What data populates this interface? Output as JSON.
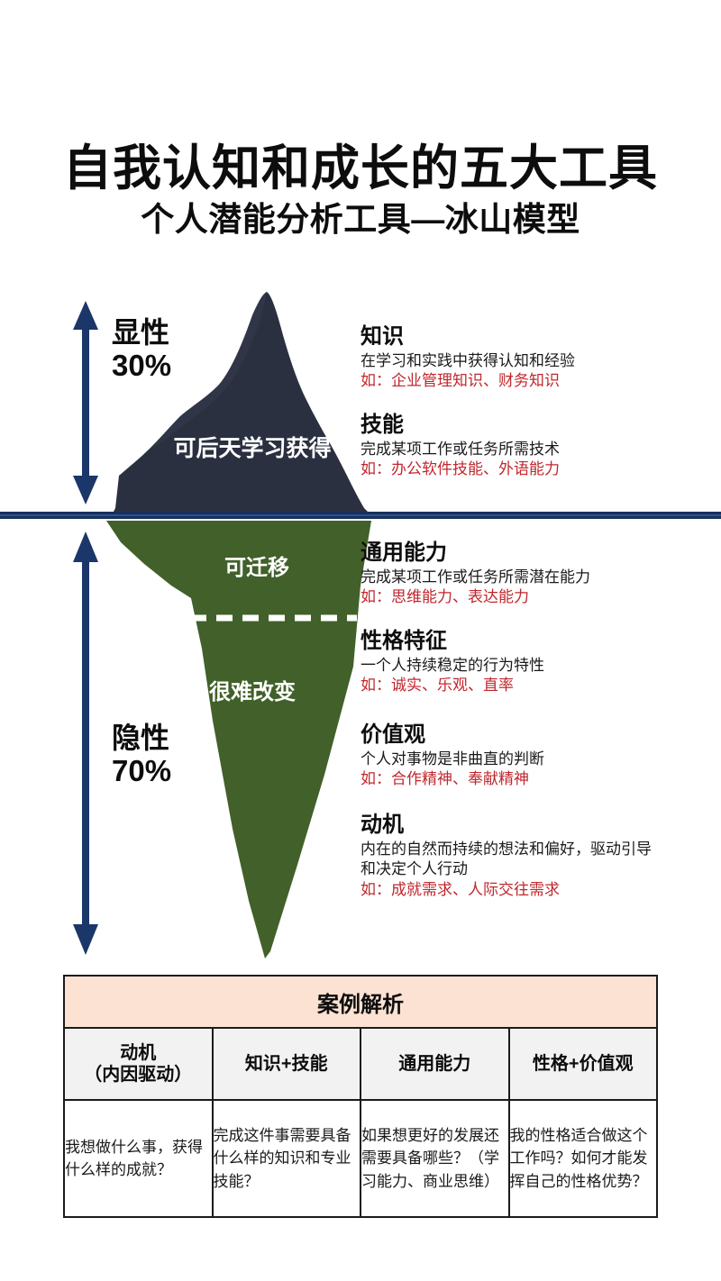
{
  "titles": {
    "main": "自我认知和成长的五大工具",
    "sub": "个人潜能分析工具—冰山模型"
  },
  "iceberg": {
    "explicit": {
      "label": "显性",
      "percent": "30%"
    },
    "implicit": {
      "label": "隐性",
      "percent": "70%"
    },
    "above_water_label": "可后天学习获得",
    "transferable_label": "可迁移",
    "hard_to_change_label": "很难改变",
    "colors": {
      "above_water_fill": "#2b3040",
      "below_water_fill": "#42602a",
      "arrow": "#1b3668",
      "waterline": "#16305e",
      "example_text": "#c0272d"
    }
  },
  "descriptions": [
    {
      "title": "知识",
      "body": "在学习和实践中获得认知和经验",
      "example": "如：企业管理知识、财务知识"
    },
    {
      "title": "技能",
      "body": "完成某项工作或任务所需技术",
      "example": "如：办公软件技能、外语能力"
    },
    {
      "title": "通用能力",
      "body": "完成某项工作或任务所需潜在能力",
      "example": "如：思维能力、表达能力"
    },
    {
      "title": "性格特征",
      "body": "一个人持续稳定的行为特性",
      "example": "如：诚实、乐观、直率"
    },
    {
      "title": "价值观",
      "body": "个人对事物是非曲直的判断",
      "example": "如：合作精神、奉献精神"
    },
    {
      "title": "动机",
      "body": "内在的自然而持续的想法和偏好，驱动引导和决定个人行动",
      "example": "如：成就需求、人际交往需求"
    }
  ],
  "case_table": {
    "caption": "案例解析",
    "columns": [
      "动机\n（内因驱动）",
      "知识+技能",
      "通用能力",
      "性格+价值观"
    ],
    "column_lines": [
      [
        "动机",
        "（内因驱动）"
      ],
      [
        "知识+技能"
      ],
      [
        "通用能力"
      ],
      [
        "性格+价值观"
      ]
    ],
    "cells": [
      "我想做什么事，获得什么样的成就？",
      "完成这件事需要具备什么样的知识和专业技能？",
      "如果想更好的发展还需要具备哪些？（学习能力、商业思维）",
      "我的性格适合做这个工作吗？如何才能发挥自己的性格优势？"
    ]
  }
}
